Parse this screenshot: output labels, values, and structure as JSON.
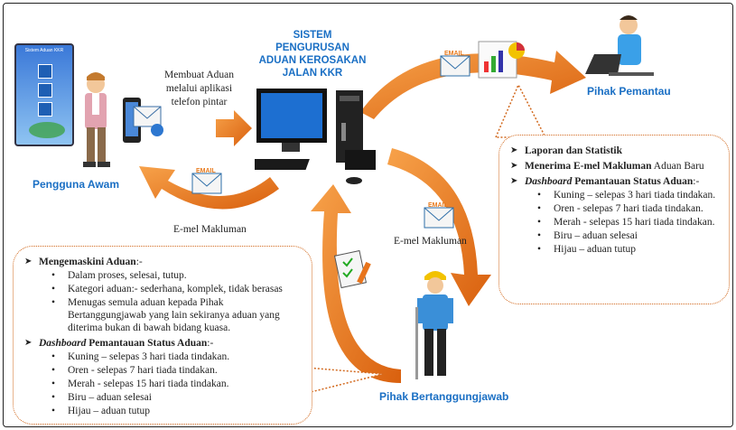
{
  "system_title": [
    "SISTEM",
    "PENGURUSAN",
    "ADUAN KEROSAKAN",
    "JALAN KKR"
  ],
  "actors": {
    "public": "Pengguna Awam",
    "monitor": "Pihak Pemantau",
    "responsible": "Pihak Bertanggungjawab"
  },
  "labels": {
    "submit": [
      "Membuat Aduan",
      "melalui aplikasi",
      "telefon pintar"
    ],
    "email_left": "E-mel Makluman",
    "email_mid": "E-mel Makluman",
    "email_tag": "EMAIL",
    "phone_screen_title": "Sistem Aduan KKR"
  },
  "monitor_box": {
    "item1": "Laporan dan Statistik",
    "item2_bold": "Menerima E-mel Makluman",
    "item2_rest": " Aduan Baru",
    "item3_italic": "Dashboard",
    "item3_rest": " Pemantauan Status Aduan",
    "item3_suffix": ":-",
    "statuses": [
      "Kuning – selepas 3 hari tiada tindakan.",
      "Oren - selepas 7 hari tiada tindakan.",
      "Merah - selepas 15 hari tiada tindakan.",
      "Biru – aduan selesai",
      "Hijau – aduan tutup"
    ]
  },
  "responsible_box": {
    "item1_bold": "Mengemaskini Aduan",
    "item1_suffix": ":-",
    "updates": [
      "Dalam proses, selesai, tutup.",
      "Kategori aduan:- sederhana, komplek, tidak berasas",
      "Menugas semula aduan kepada Pihak Bertanggungjawab yang lain sekiranya aduan yang diterima bukan di bawah bidang kuasa."
    ],
    "item2_italic": "Dashboard",
    "item2_rest": " Pemantauan Status Aduan",
    "item2_suffix": ":-",
    "statuses": [
      "Kuning – selepas 3 hari tiada tindakan.",
      "Oren - selepas 7 hari tiada tindakan.",
      "Merah - selepas 15 hari tiada tindakan.",
      "Biru – aduan selesai",
      "Hijau – aduan tutup"
    ]
  },
  "colors": {
    "accent_blue": "#1a6fc4",
    "arrow_orange": "#e8741c",
    "border_dotted": "#d2691e"
  }
}
